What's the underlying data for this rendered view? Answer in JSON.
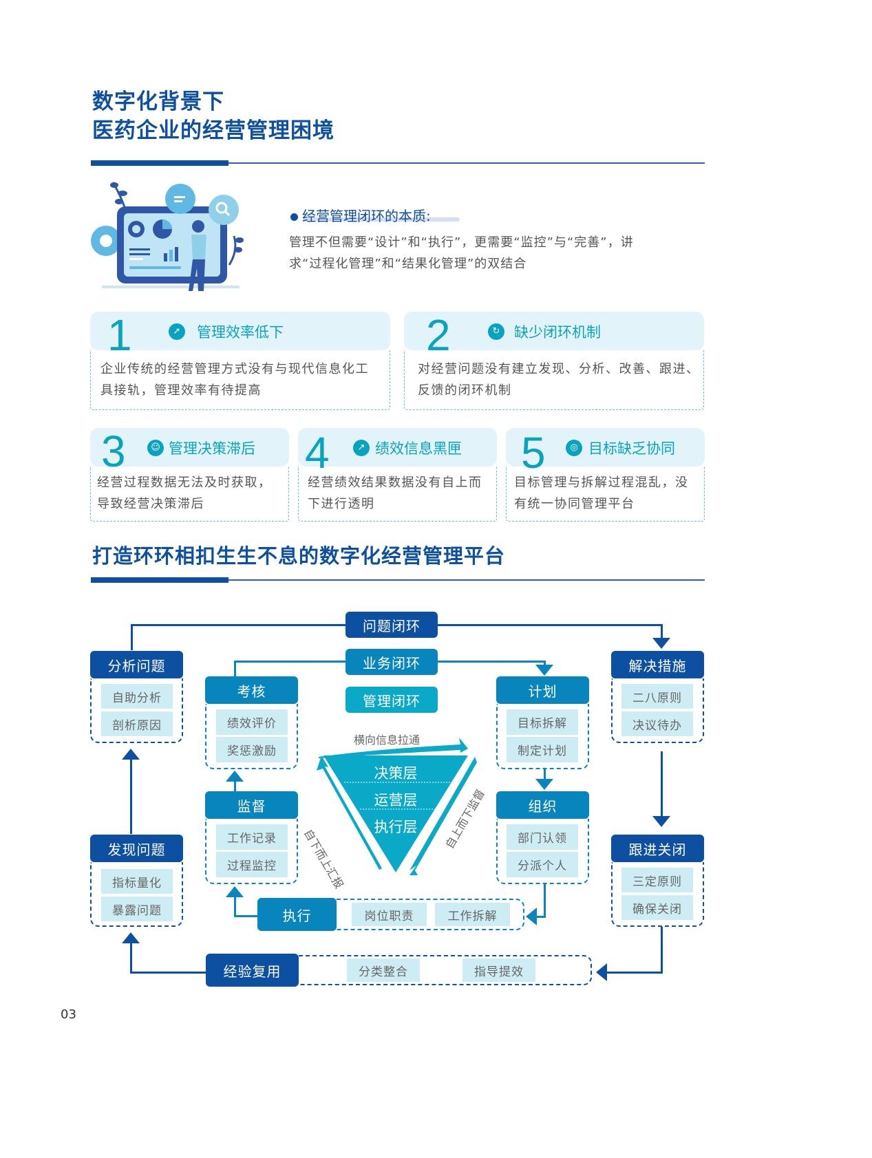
{
  "header": {
    "title_line1": "数字化背景下",
    "title_line2": "医药企业的经营管理困境"
  },
  "essence": {
    "title": "经营管理闭环的本质:",
    "body_line1": "管理不但需要“设计”和“执行”，更需要“监控”与“完善”，讲",
    "body_line2": "求“过程化管理”和“结果化管理”的双结合"
  },
  "problems": [
    {
      "num": "1",
      "icon": "rocket-icon",
      "title": "管理效率低下",
      "line1": "企业传统的经营管理方式没有与现代信息化工",
      "line2": "具接轨，管理效率有待提高"
    },
    {
      "num": "2",
      "icon": "cycle-icon",
      "title": "缺少闭环机制",
      "line1": "对经营问题没有建立发现、分析、改善、跟进、",
      "line2": "反馈的闭环机制"
    },
    {
      "num": "3",
      "icon": "user-check-icon",
      "title": "管理决策滞后",
      "line1": "经营过程数据无法及时获取，",
      "line2": "导致经营决策滞后"
    },
    {
      "num": "4",
      "icon": "trend-chart-icon",
      "title": "绩效信息黑匣",
      "line1": "经营绩效结果数据没有自上而",
      "line2": "下进行透明"
    },
    {
      "num": "5",
      "icon": "target-icon",
      "title": "目标缺乏协同",
      "line1": "目标管理与拆解过程混乱，没",
      "line2": "有统一协同管理平台"
    }
  ],
  "platform": {
    "title": "打造环环相扣生生不息的数字化经营管理平台",
    "loops": {
      "problem": "问题闭环",
      "business": "业务闭环",
      "management": "管理闭环"
    },
    "outer": {
      "analyze": {
        "label": "分析问题",
        "items": [
          "自助分析",
          "剖析原因"
        ]
      },
      "discover": {
        "label": "发现问题",
        "items": [
          "指标量化",
          "暴露问题"
        ]
      },
      "solve": {
        "label": "解决措施",
        "items": [
          "二八原则",
          "决议待办"
        ]
      },
      "follow": {
        "label": "跟进关闭",
        "items": [
          "三定原则",
          "确保关闭"
        ]
      },
      "reuse": {
        "label": "经验复用",
        "items": [
          "分类整合",
          "指导提效"
        ]
      }
    },
    "inner": {
      "assess": {
        "label": "考核",
        "items": [
          "绩效评价",
          "奖惩激励"
        ]
      },
      "supervise": {
        "label": "监督",
        "items": [
          "工作记录",
          "过程监控"
        ]
      },
      "plan": {
        "label": "计划",
        "items": [
          "目标拆解",
          "制定计划"
        ]
      },
      "organize": {
        "label": "组织",
        "items": [
          "部门认领",
          "分派个人"
        ]
      },
      "execute": {
        "label": "执行",
        "items": [
          "岗位职责",
          "工作拆解"
        ]
      }
    },
    "pyramid": {
      "layers": [
        "决策层",
        "运营层",
        "执行层"
      ],
      "top_arrow": "横向信息拉通",
      "left_arrow": "自下而上汇报",
      "right_arrow": "自上而下监督"
    }
  },
  "footer": {
    "page_number": "03"
  }
}
